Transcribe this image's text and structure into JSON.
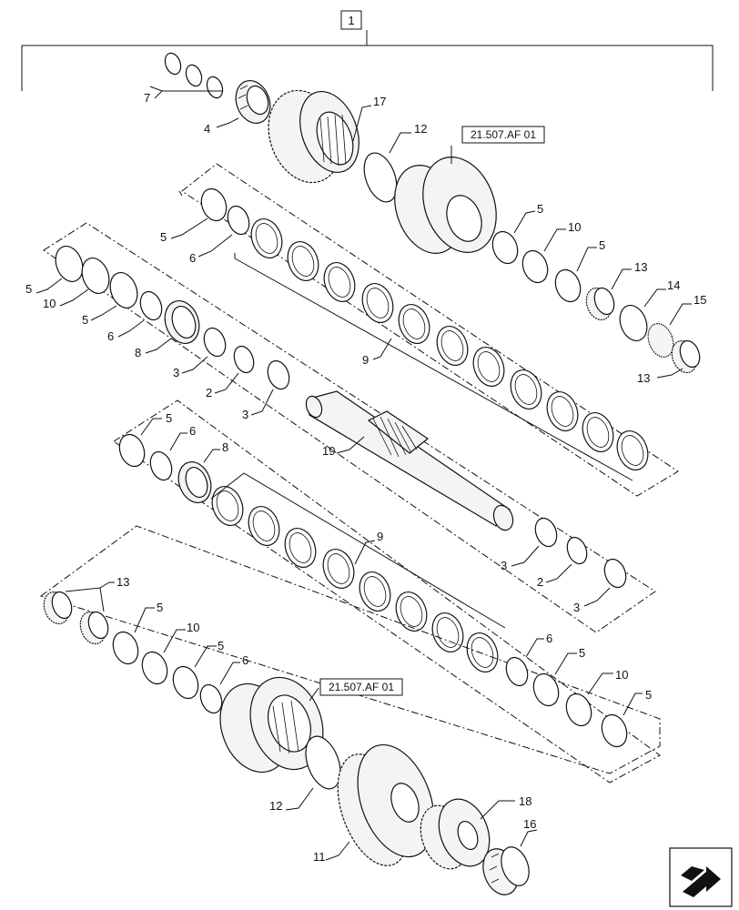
{
  "assembly_label": "1",
  "callouts": {
    "c7": "7",
    "c4": "4",
    "c17": "17",
    "c12a": "12",
    "ref_top": "21.507.AF 01",
    "c5a": "5",
    "c6a": "6",
    "c5b": "5",
    "c10a": "10",
    "c5c": "5",
    "c13a": "13",
    "c14": "14",
    "c15": "15",
    "c13b": "13",
    "c9a": "9",
    "c5d": "5",
    "c10b": "10",
    "c5e": "5",
    "c6b": "6",
    "c8a": "8",
    "c3a": "3",
    "c2a": "2",
    "c3b": "3",
    "c19": "19",
    "c5f": "5",
    "c6c": "6",
    "c8b": "8",
    "c9b": "9",
    "c3c": "3",
    "c2b": "2",
    "c3d": "3",
    "c13c": "13",
    "c5g": "5",
    "c10c": "10",
    "c5h": "5",
    "c6d": "6",
    "ref_bottom": "21.507.AF 01",
    "c6e": "6",
    "c5i": "5",
    "c10d": "10",
    "c5j": "5",
    "c12b": "12",
    "c11": "11",
    "c18": "18",
    "c16": "16"
  },
  "nav_icon": "next-page-arrow-icon"
}
